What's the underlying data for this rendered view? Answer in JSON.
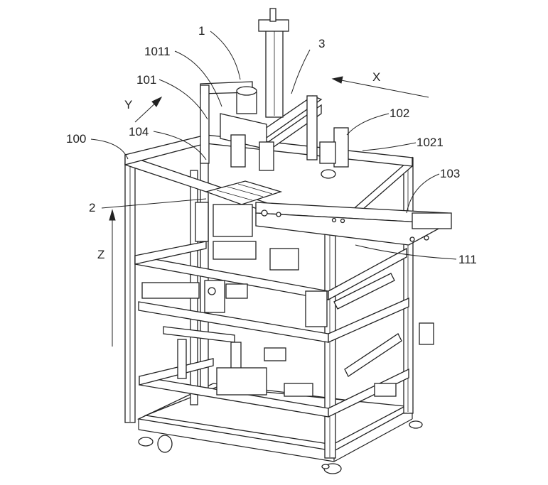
{
  "labels": {
    "l1": "1",
    "l1011": "1011",
    "l3": "3",
    "l101": "101",
    "lX": "X",
    "lY": "Y",
    "l102": "102",
    "l104": "104",
    "l100": "100",
    "l1021": "1021",
    "l103": "103",
    "l2": "2",
    "lZ": "Z",
    "l111": "111"
  }
}
